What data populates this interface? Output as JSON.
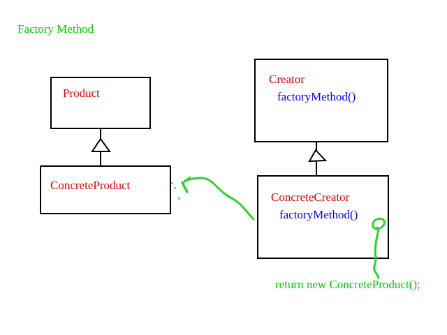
{
  "title": "Factory Method",
  "diagram": {
    "product": {
      "label": "Product"
    },
    "creator": {
      "label": "Creator",
      "method": "factoryMethod()"
    },
    "concrete_product": {
      "label": "ConcreteProduct"
    },
    "concrete_creator": {
      "label": "ConcreteCreator",
      "method": "factoryMethod()"
    },
    "annotation": "return new ConcreteProduct();",
    "connectors": [
      "generalization-concrete-product-to-product",
      "generalization-concrete-creator-to-creator",
      "creates-arrow-to-concrete-product",
      "return-value-arrow-to-factory-method"
    ]
  },
  "colors": {
    "title_green": "#00cc00",
    "class_name_red": "#e00000",
    "method_name_blue": "#0000e0",
    "sketch_arrow_green": "#2ed32e",
    "line_black": "#000000",
    "background": "#ffffff"
  }
}
